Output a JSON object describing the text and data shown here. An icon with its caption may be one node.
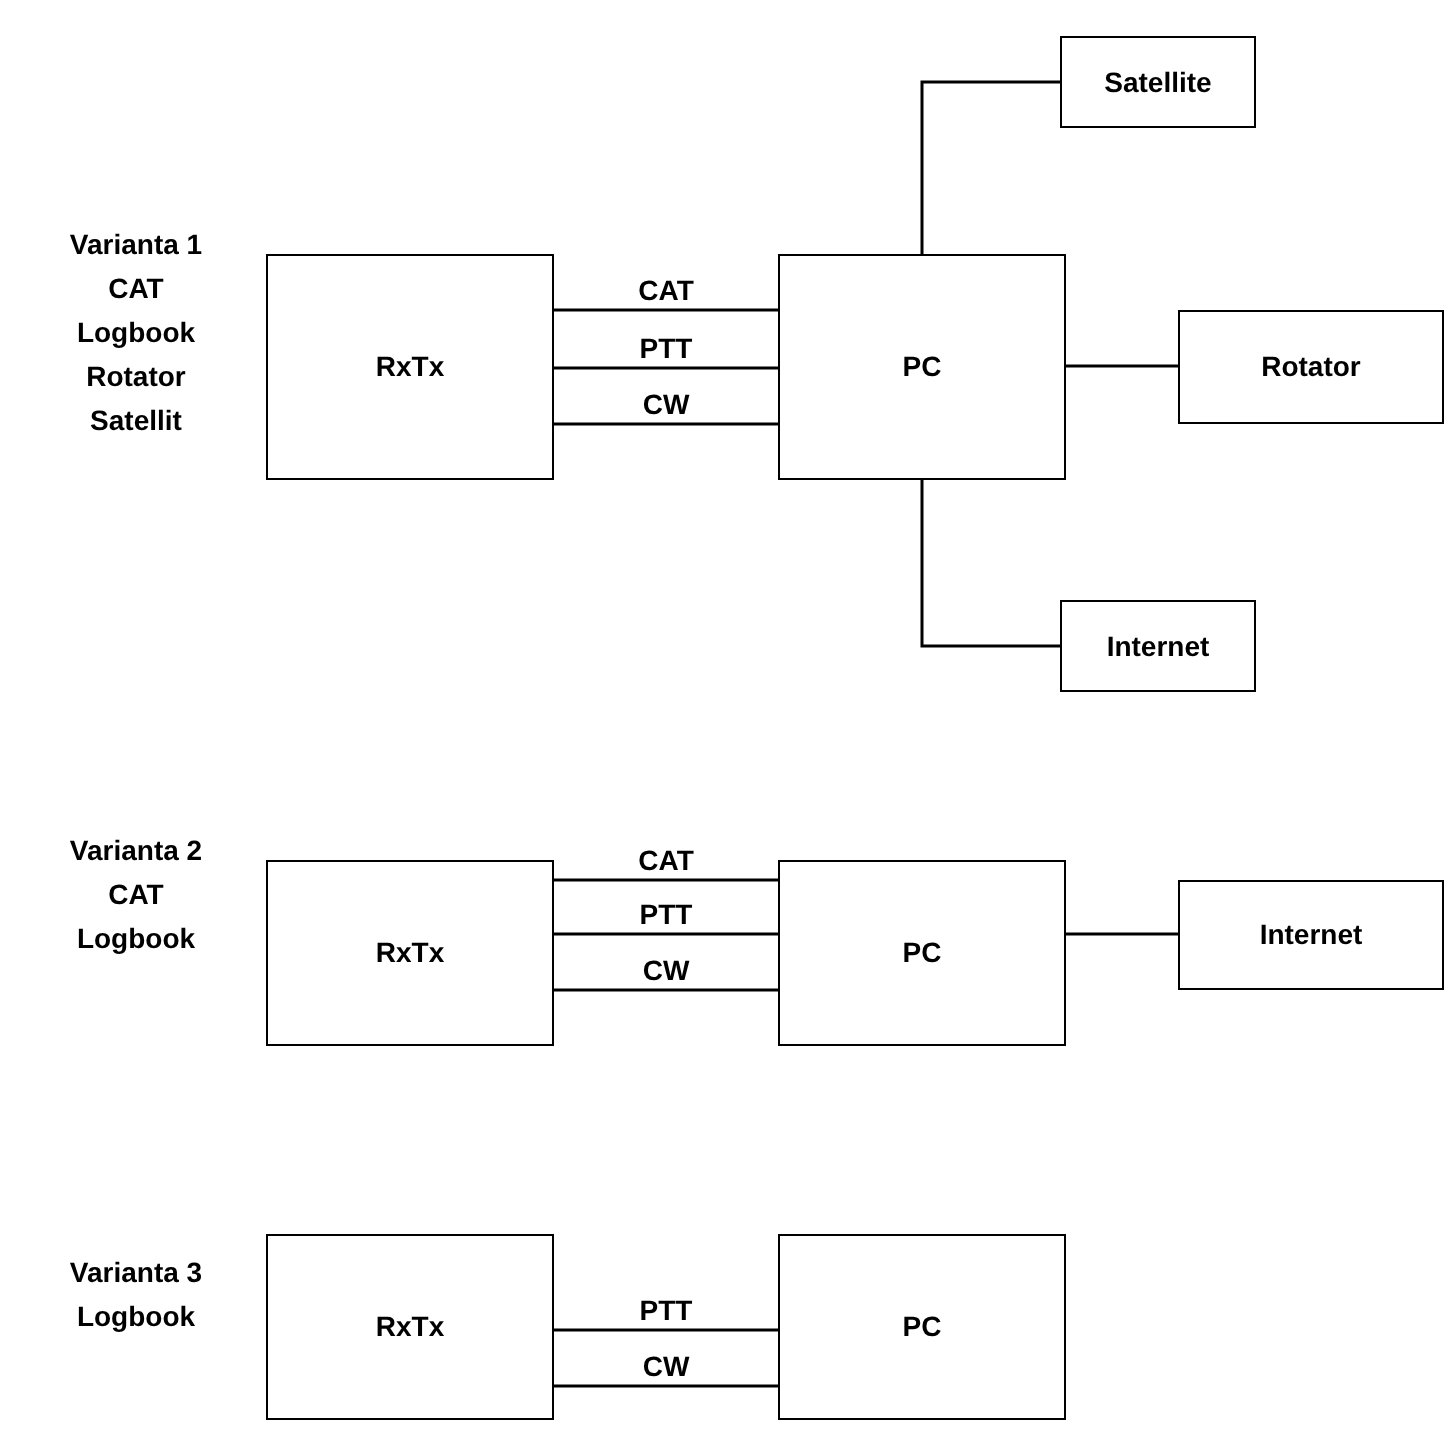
{
  "diagram": {
    "nodes": [
      {
        "text": [
          "RxTx"
        ]
      },
      {
        "text": [
          "PC"
        ]
      },
      {
        "text": [
          "Satellite"
        ]
      },
      {
        "text": [
          "Rotator"
        ]
      },
      {
        "text": [
          "Internet"
        ]
      },
      {
        "text": [
          "RxTx"
        ]
      },
      {
        "text": [
          "PC"
        ]
      },
      {
        "text": [
          "Internet"
        ]
      },
      {
        "text": [
          "RxTx"
        ]
      },
      {
        "text": [
          "PC"
        ]
      }
    ],
    "edges": [
      {
        "from": 0,
        "to": 1,
        "arrow": "none",
        "label": "CAT"
      },
      {
        "from": 0,
        "to": 1,
        "arrow": "none",
        "label": "PTT"
      },
      {
        "from": 0,
        "to": 1,
        "arrow": "none",
        "label": "CW"
      },
      {
        "from": 1,
        "to": 2,
        "arrow": "none"
      },
      {
        "from": 1,
        "to": 3,
        "arrow": "none"
      },
      {
        "from": 1,
        "to": 4,
        "arrow": "none"
      },
      {
        "from": 5,
        "to": 6,
        "arrow": "none",
        "label": "CAT"
      },
      {
        "from": 5,
        "to": 6,
        "arrow": "none",
        "label": "PTT"
      },
      {
        "from": 5,
        "to": 6,
        "arrow": "none",
        "label": "CW"
      },
      {
        "from": 6,
        "to": 7,
        "arrow": "none"
      },
      {
        "from": 8,
        "to": 9,
        "arrow": "none",
        "label": "PTT"
      },
      {
        "from": 8,
        "to": 9,
        "arrow": "none",
        "label": "CW"
      }
    ],
    "labels": [
      "Varianta 1",
      "CAT",
      "Logbook",
      "Rotator",
      "Satellit",
      "Varianta 2",
      "CAT",
      "Logbook",
      "Varianta 3",
      "Logbook"
    ]
  }
}
